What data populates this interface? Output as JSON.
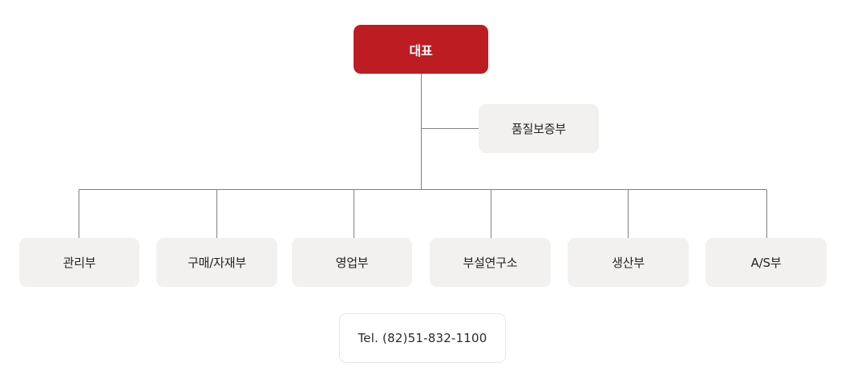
{
  "org_chart": {
    "ceo": "대표",
    "qa": "품질보증부",
    "departments": [
      "관리부",
      "구매/자재부",
      "영업부",
      "부설연구소",
      "생산부",
      "A/S부"
    ]
  },
  "contact": {
    "phone": "Tel. (82)51-832-1100"
  },
  "colors": {
    "ceo_fill": "#be1c23",
    "node_fill": "#f2f1ef",
    "connector_line": "#808080"
  }
}
